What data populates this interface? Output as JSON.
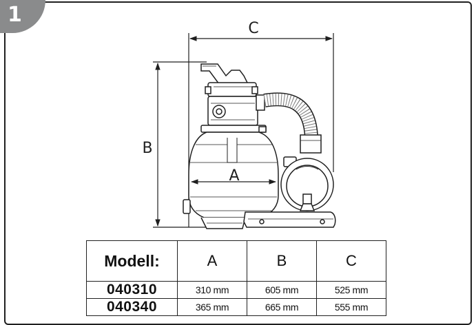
{
  "figure_number": "1",
  "dimension_labels": {
    "a": "A",
    "b": "B",
    "c": "C"
  },
  "table": {
    "headers": [
      "Modell:",
      "A",
      "B",
      "C"
    ],
    "rows": [
      [
        "040310",
        "310 mm",
        "605 mm",
        "525 mm"
      ],
      [
        "040340",
        "365 mm",
        "665 mm",
        "555 mm"
      ]
    ]
  },
  "colors": {
    "badge": "#8a8b8c",
    "line": "#1f1f1f",
    "light_gray": "#d9d9d9"
  }
}
